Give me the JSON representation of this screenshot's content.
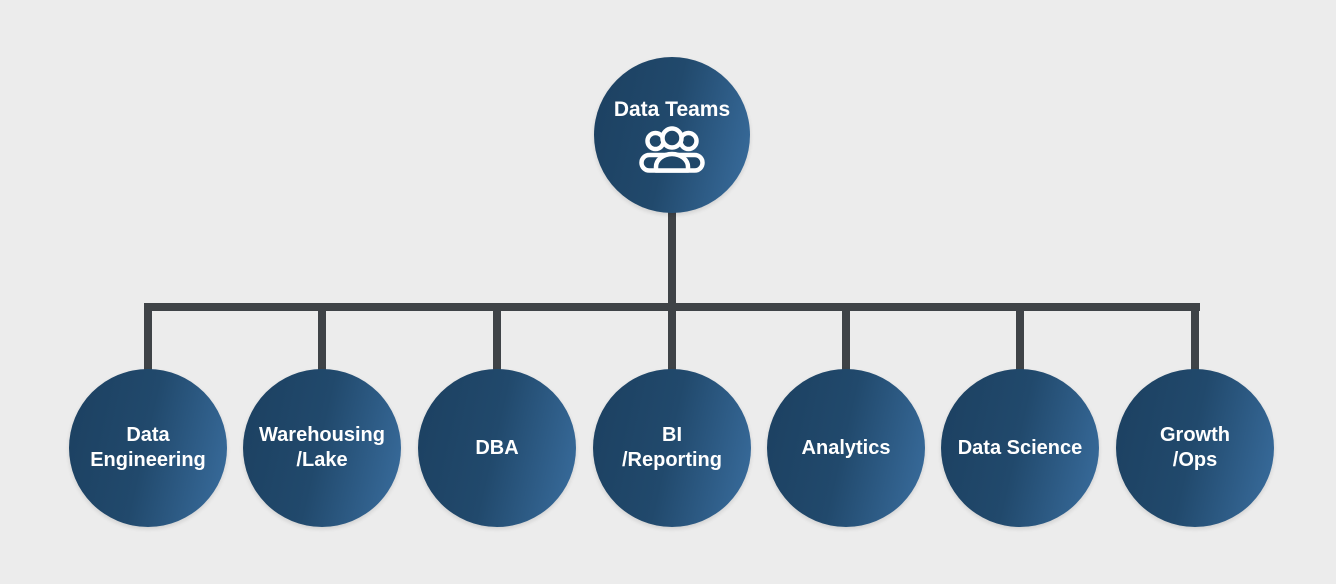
{
  "colors": {
    "background": "#ececec",
    "circle_dark": "#1d4263",
    "circle_mid": "#21496c",
    "circle_light": "#3a6e9f",
    "connector": "#3f4347",
    "text": "#ffffff"
  },
  "root": {
    "label": "Data Teams",
    "icon": "people-group-icon"
  },
  "children": [
    {
      "line1": "Data",
      "line2": "Engineering"
    },
    {
      "line1": "Warehousing",
      "line2": "/Lake"
    },
    {
      "line1": "DBA"
    },
    {
      "line1": "BI",
      "line2": "/Reporting"
    },
    {
      "line1": "Analytics"
    },
    {
      "line1": "Data Science"
    },
    {
      "line1": "Growth",
      "line2": "/Ops"
    }
  ]
}
